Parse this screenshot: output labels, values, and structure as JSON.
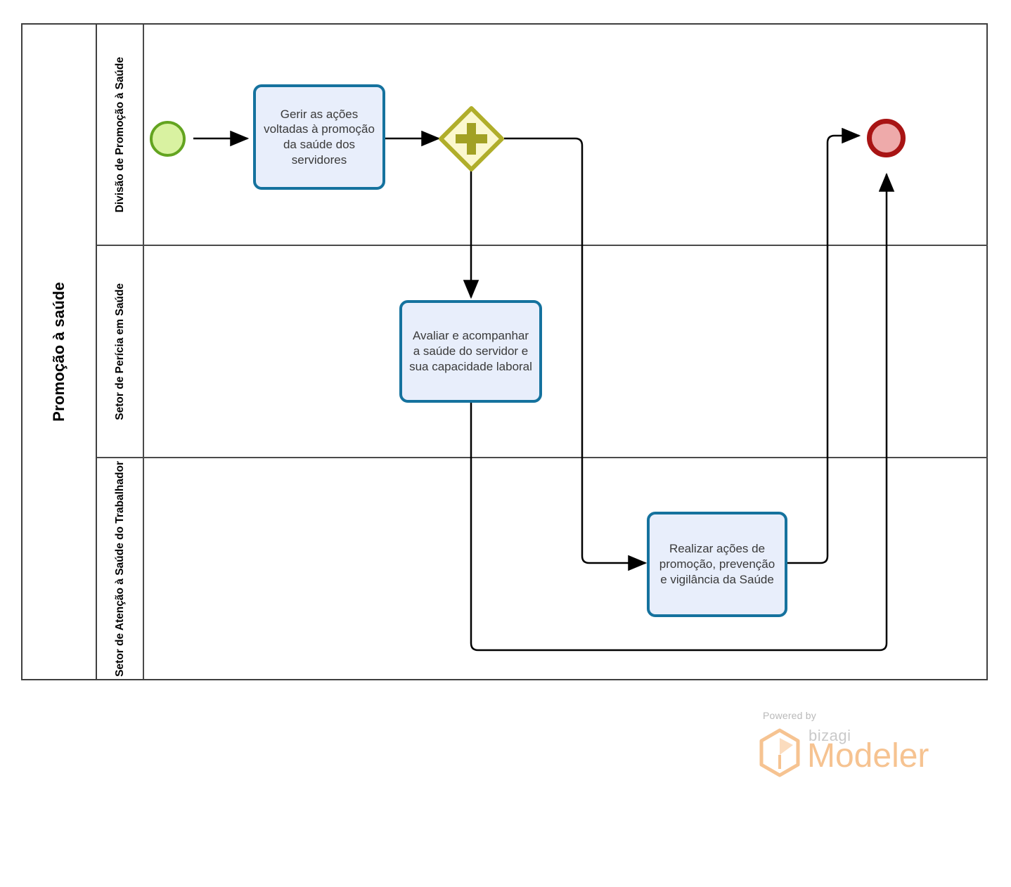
{
  "pool": {
    "title": "Promoção à saúde"
  },
  "lanes": [
    {
      "id": "lane-divisao-promocao-saude",
      "label": "Divisão de Promoção à Saúde"
    },
    {
      "id": "lane-setor-pericia-saude",
      "label": "Setor de Perícia em Saúde"
    },
    {
      "id": "lane-setor-atencao-saude-trabalhador",
      "label": "Setor de Atenção à Saúde do Trabalhador"
    }
  ],
  "nodes": {
    "start_event": {
      "type": "start-event",
      "label": ""
    },
    "task_gerir": {
      "type": "task",
      "label": "Gerir as ações voltadas à promoção da saúde dos servidores"
    },
    "gateway_parallel": {
      "type": "parallel-gateway",
      "label": ""
    },
    "task_avaliar": {
      "type": "task",
      "label": "Avaliar e acompanhar a saúde do servidor e sua capacidade laboral"
    },
    "task_realizar": {
      "type": "task",
      "label": "Realizar ações de promoção, prevenção e vigilância da Saúde"
    },
    "end_event": {
      "type": "end-event",
      "label": ""
    }
  },
  "footer": {
    "powered_by": "Powered by",
    "brand": "bizagi",
    "product": "Modeler"
  },
  "colors": {
    "task_fill": "#e8eefb",
    "task_stroke": "#15729e",
    "start_fill": "#d9f2a1",
    "start_stroke": "#63a420",
    "end_fill": "#eeaaaa",
    "end_stroke": "#a81414",
    "gateway_fill": "#fbf8ce",
    "gateway_stroke": "#b0ae2a",
    "gateway_mark": "#a2a124",
    "pool_stroke": "#3f3f3f",
    "lane_stroke": "#4a4a4a",
    "flow_stroke": "#000000",
    "logo_orange": "#f6c391",
    "logo_gray": "#c0c0c0"
  }
}
